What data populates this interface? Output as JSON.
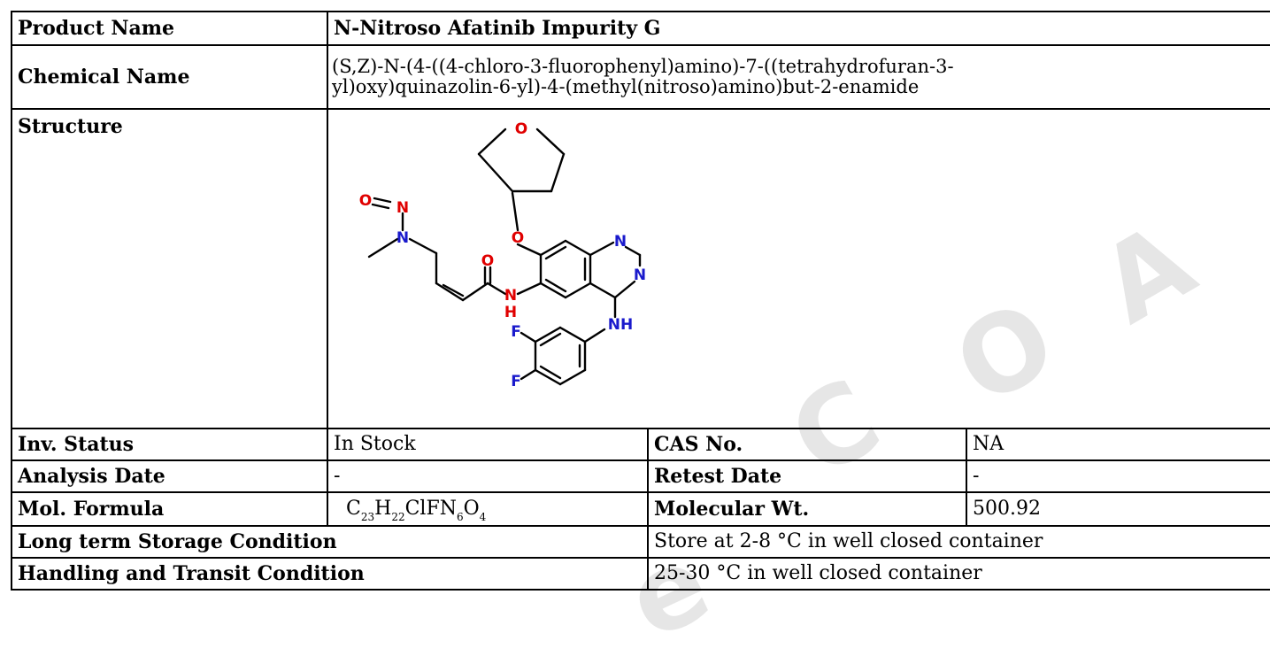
{
  "rows": {
    "product_name": {
      "label": "Product Name",
      "value": "N-Nitroso Afatinib Impurity G"
    },
    "chemical_name": {
      "label": "Chemical Name",
      "value_line1": "(S,Z)-N-(4-((4-chloro-3-fluorophenyl)amino)-7-((tetrahydrofuran-3-",
      "value_line2": "yl)oxy)quinazolin-6-yl)-4-(methyl(nitroso)amino)but-2-enamide"
    },
    "structure": {
      "label": "Structure"
    },
    "inv_status": {
      "label": "Inv. Status",
      "value": "In Stock"
    },
    "cas_no": {
      "label": "CAS No.",
      "value": "NA"
    },
    "analysis_date": {
      "label": "Analysis Date",
      "value": "-"
    },
    "retest_date": {
      "label": "Retest Date",
      "value": "-"
    },
    "mol_formula": {
      "label": "Mol. Formula",
      "parts": [
        "C",
        "23",
        "H",
        "22",
        "ClFN",
        "6",
        "O",
        "4"
      ]
    },
    "mol_wt": {
      "label": "Molecular Wt.",
      "value": "500.92"
    },
    "storage": {
      "label": "Long term Storage Condition",
      "value": "Store at 2-8 °C in well closed container"
    },
    "handling": {
      "label": "Handling and Transit Condition",
      "value": "25-30 °C in well closed container"
    }
  },
  "structure_atoms": {
    "o_ring": "O",
    "o_ether": "O",
    "o_nitroso": "O",
    "n_nitroso": "N",
    "n_amine": "N",
    "o_carbonyl": "O",
    "n_amide": "N",
    "h_amide": "H",
    "n_ring1": "N",
    "n_ring2": "N",
    "nh": "NH",
    "f1": "F",
    "f2": "F"
  },
  "watermark": {
    "letters": [
      "e",
      "C",
      "O",
      "A"
    ]
  },
  "colors": {
    "oxygen": "#e00000",
    "nitrogen": "#1a1acc",
    "bond": "#000000",
    "watermark": "#e6e6e6"
  }
}
